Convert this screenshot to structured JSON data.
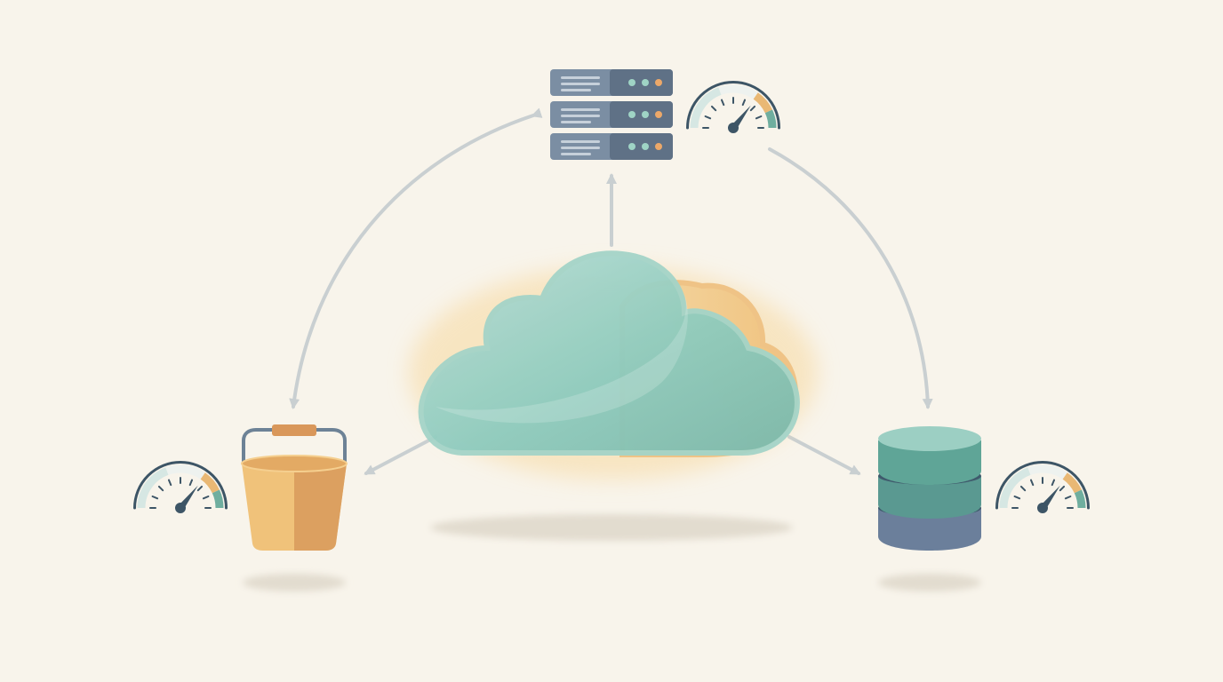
{
  "diagram": {
    "colors": {
      "background": "#f8f4eb",
      "connector": "#c9cfd1",
      "cloud_teal": "#8ecbbe",
      "cloud_teal_dark": "#72b3a6",
      "cloud_orange": "#f0c27e",
      "server_blue": "#7b8ea3",
      "server_dark": "#5f7186",
      "bucket_light": "#f0c27a",
      "bucket_dark": "#dca060",
      "bucket_handle": "#6d8296",
      "db_teal": "#5fa597",
      "db_teal_light": "#9ccfc3",
      "db_blue": "#6b7f9b",
      "gauge_teal": "#6fae9f",
      "gauge_orange": "#e9b874",
      "gauge_light": "#d6e7e3",
      "gauge_needle": "#3d5566"
    },
    "nodes": [
      {
        "id": "cloud",
        "icon": "cloud-icon"
      },
      {
        "id": "server",
        "icon": "server-rack-icon"
      },
      {
        "id": "bucket",
        "icon": "storage-bucket-icon"
      },
      {
        "id": "database",
        "icon": "database-icon"
      }
    ],
    "gauges": [
      {
        "attached_to": "server",
        "icon": "gauge-icon"
      },
      {
        "attached_to": "bucket",
        "icon": "gauge-icon"
      },
      {
        "attached_to": "database",
        "icon": "gauge-icon"
      }
    ],
    "connections": [
      {
        "from": "cloud",
        "to": "server",
        "direction": "one-way"
      },
      {
        "from": "cloud",
        "to": "bucket",
        "direction": "one-way"
      },
      {
        "from": "cloud",
        "to": "database",
        "direction": "one-way"
      },
      {
        "from": "server",
        "to": "bucket",
        "direction": "two-way"
      },
      {
        "from": "server",
        "to": "database",
        "direction": "one-way"
      }
    ]
  }
}
